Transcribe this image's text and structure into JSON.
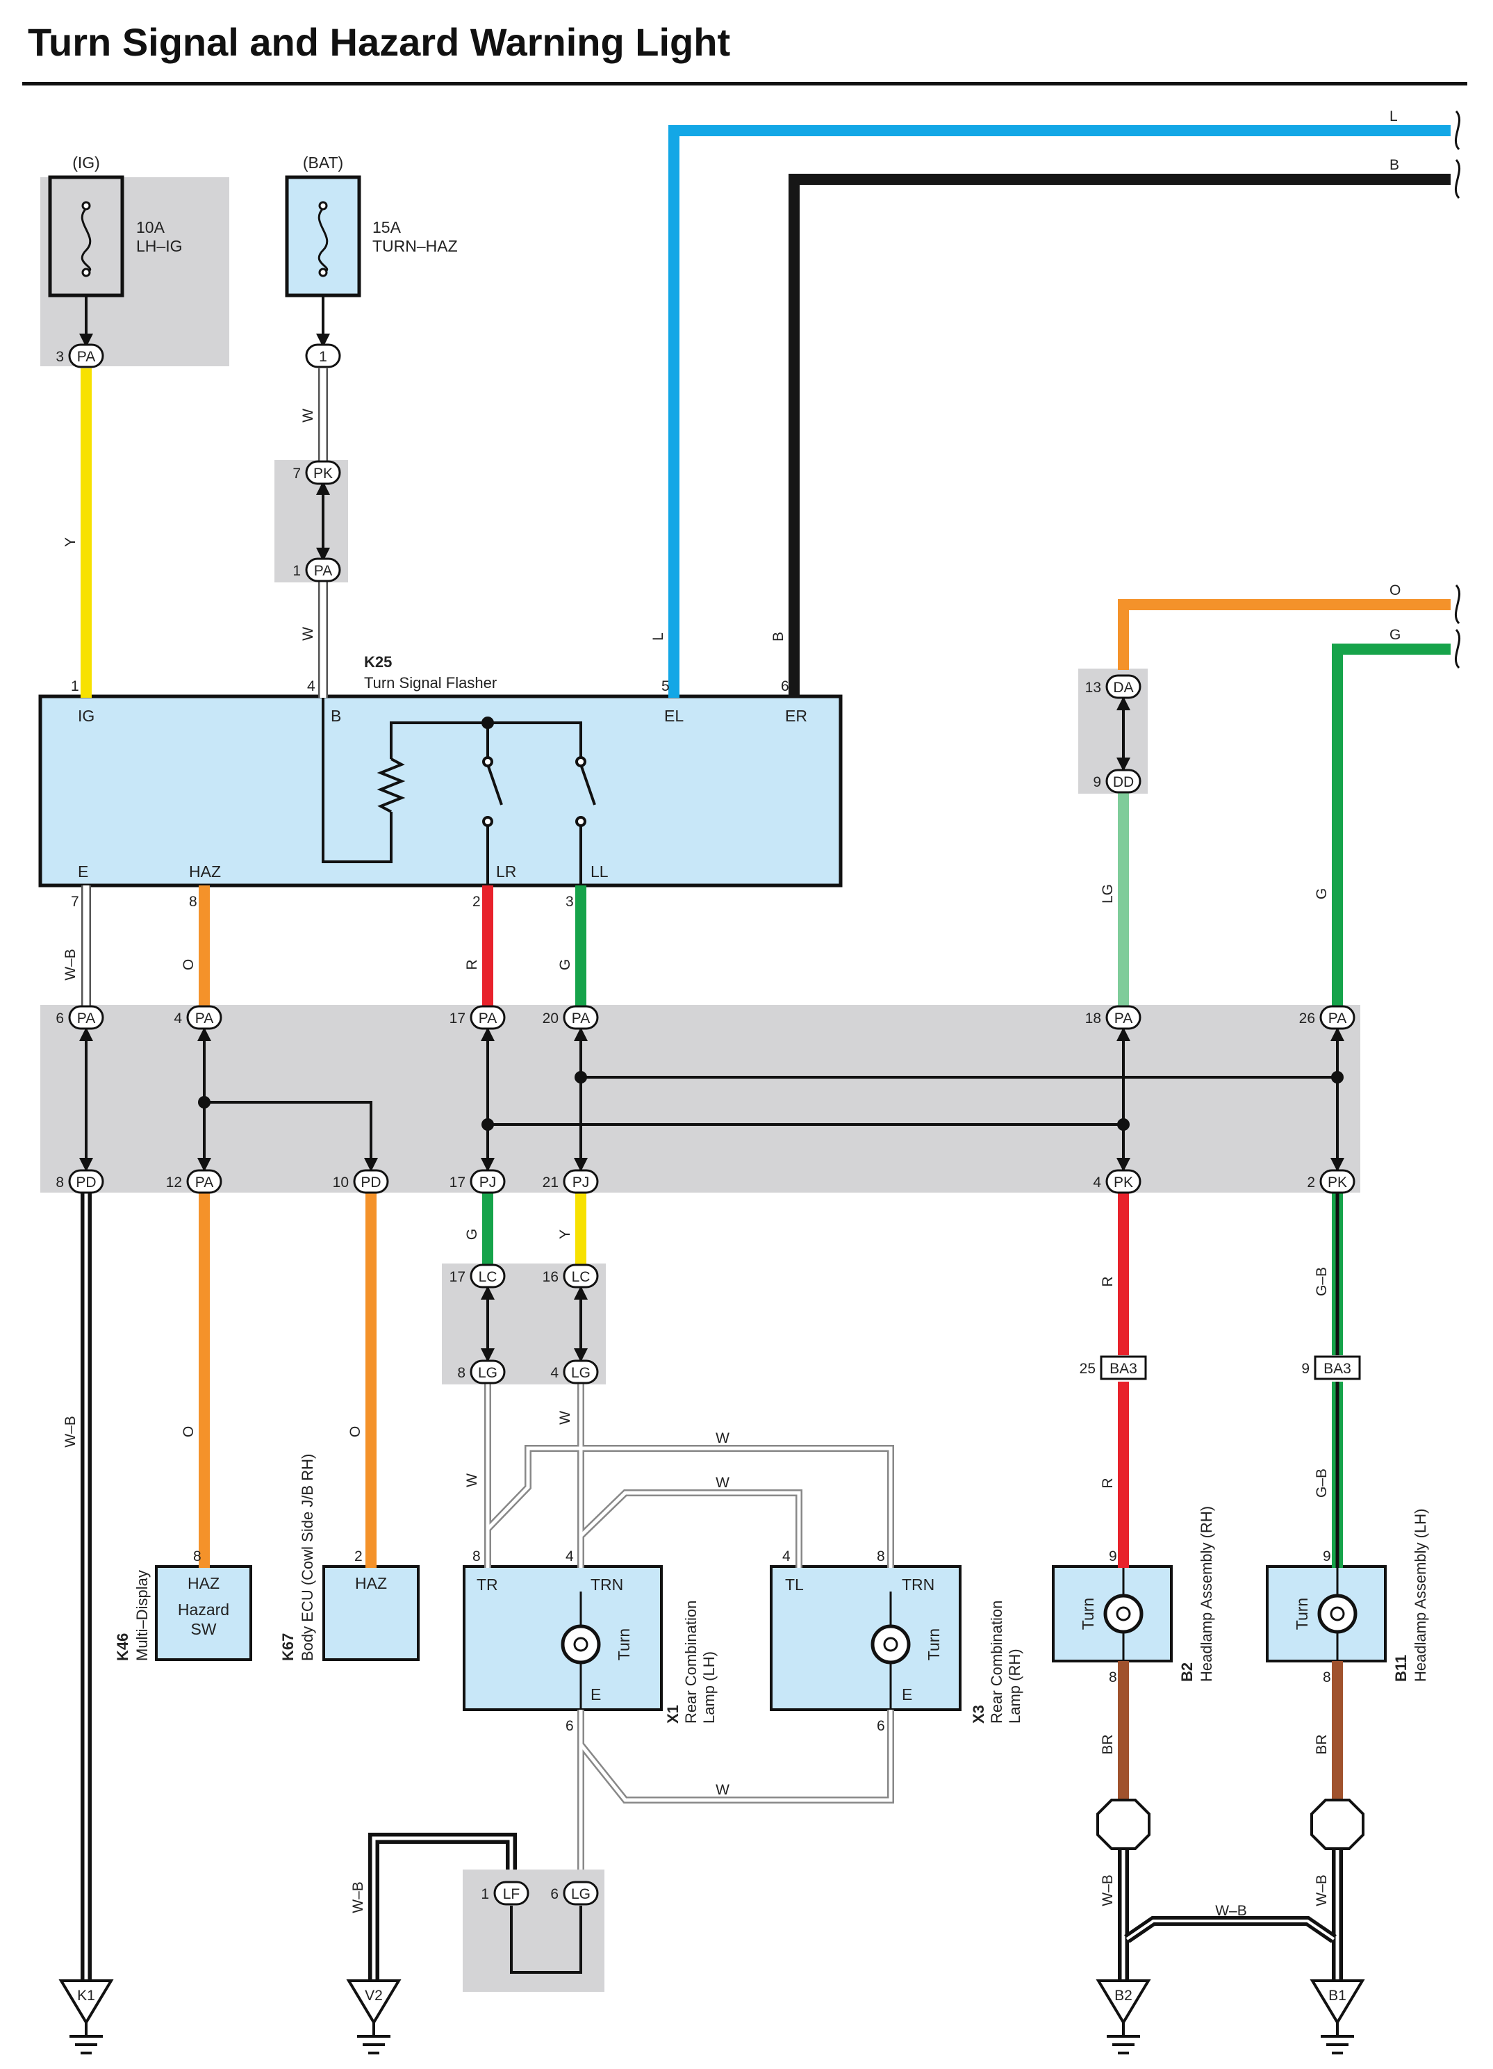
{
  "title": "Turn Signal and Hazard Warning Light",
  "colors": {
    "Y": "#f7e100",
    "W": "#ffffff",
    "L": "#13a7e6",
    "B": "#161616",
    "O": "#f4922a",
    "G": "#16a34a",
    "LG": "#7fcc9a",
    "R": "#e8222b",
    "BR": "#a0522d",
    "component_fill": "#c8e7f8",
    "shade": "#d4d4d6"
  },
  "fuses": [
    {
      "source": "(IG)",
      "rating": "10A",
      "name": "LH–IG"
    },
    {
      "source": "(BAT)",
      "rating": "15A",
      "name": "TURN–HAZ"
    }
  ],
  "flasher": {
    "id": "K25",
    "name": "Turn Signal Flasher",
    "terminals": [
      "IG",
      "B",
      "EL",
      "ER",
      "E",
      "HAZ",
      "LR",
      "LL"
    ],
    "pins": [
      "1",
      "4",
      "5",
      "6",
      "7",
      "8",
      "2",
      "3"
    ]
  },
  "connectors": [
    {
      "pin": "3",
      "code": "PA"
    },
    {
      "pin": "",
      "code": "1"
    },
    {
      "pin": "7",
      "code": "PK"
    },
    {
      "pin": "1",
      "code": "PA"
    },
    {
      "pin": "13",
      "code": "DA"
    },
    {
      "pin": "9",
      "code": "DD"
    },
    {
      "pin": "6",
      "code": "PA"
    },
    {
      "pin": "4",
      "code": "PA"
    },
    {
      "pin": "17",
      "code": "PA"
    },
    {
      "pin": "20",
      "code": "PA"
    },
    {
      "pin": "18",
      "code": "PA"
    },
    {
      "pin": "26",
      "code": "PA"
    },
    {
      "pin": "8",
      "code": "PD"
    },
    {
      "pin": "12",
      "code": "PA"
    },
    {
      "pin": "10",
      "code": "PD"
    },
    {
      "pin": "17",
      "code": "PJ"
    },
    {
      "pin": "21",
      "code": "PJ"
    },
    {
      "pin": "4",
      "code": "PK"
    },
    {
      "pin": "2",
      "code": "PK"
    },
    {
      "pin": "17",
      "code": "LC"
    },
    {
      "pin": "16",
      "code": "LC"
    },
    {
      "pin": "8",
      "code": "LG"
    },
    {
      "pin": "4",
      "code": "LG"
    },
    {
      "pin": "1",
      "code": "LF"
    },
    {
      "pin": "6",
      "code": "LG"
    }
  ],
  "box_connectors": [
    {
      "pin": "25",
      "code": "BA3"
    },
    {
      "pin": "9",
      "code": "BA3"
    }
  ],
  "wire_labels": [
    "Y",
    "W",
    "W",
    "L",
    "B",
    "L",
    "B",
    "O",
    "G",
    "LG",
    "G",
    "W–B",
    "O",
    "R",
    "G",
    "G",
    "Y",
    "W–B",
    "O",
    "O",
    "W",
    "W",
    "W",
    "W",
    "W",
    "R",
    "R",
    "G–B",
    "G–B",
    "BR",
    "BR",
    "W–B",
    "W–B",
    "W–B",
    "W–B"
  ],
  "components": [
    {
      "id": "K46",
      "name": "Multi–Display",
      "terminal": "HAZ",
      "pin": "8",
      "text": "Hazard",
      "text2": "SW"
    },
    {
      "id": "K67",
      "name": "Body ECU (Cowl Side J/B RH)",
      "terminal": "HAZ",
      "pin": "2"
    },
    {
      "id": "X1",
      "name": "Rear Combination",
      "name2": "Lamp (LH)",
      "t1": "TR",
      "t2": "TRN",
      "t3": "E",
      "lamp": "Turn",
      "p1": "8",
      "p2": "4",
      "p3": "6"
    },
    {
      "id": "X3",
      "name": "Rear Combination",
      "name2": "Lamp (RH)",
      "t1": "TL",
      "t2": "TRN",
      "t3": "E",
      "lamp": "Turn",
      "p1": "4",
      "p2": "8",
      "p3": "6"
    },
    {
      "id": "B2",
      "name": "Headlamp Assembly (RH)",
      "lamp": "Turn",
      "p1": "9",
      "p2": "8"
    },
    {
      "id": "B11",
      "name": "Headlamp Assembly (LH)",
      "lamp": "Turn",
      "p1": "9",
      "p2": "8"
    }
  ],
  "grounds": [
    "K1",
    "V2",
    "B2",
    "B1"
  ]
}
